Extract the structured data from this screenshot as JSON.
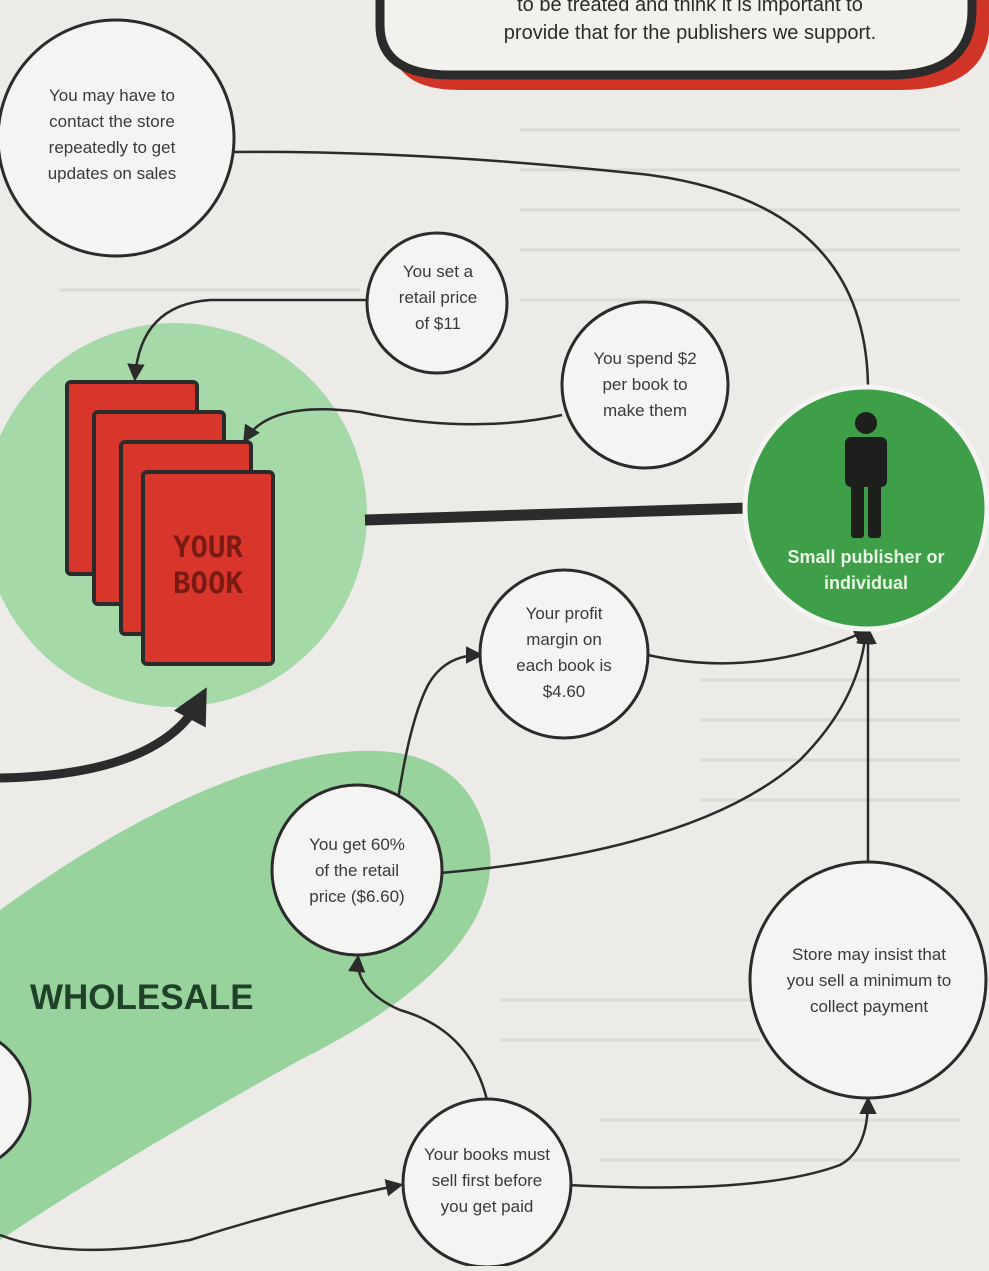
{
  "banner": {
    "line1": "to be treated and think it is important to",
    "line2": "provide that for the publishers we support."
  },
  "book": {
    "line1": "YOUR",
    "line2": "BOOK"
  },
  "publisher": {
    "label": "Small publisher or individual",
    "icon": "person-icon"
  },
  "section_label": "WHOLESALE",
  "bubbles": {
    "contact_store": "You may have to contact the store repeatedly to get updates on sales",
    "retail_price": "You set a retail price of $11",
    "spend": "You spend $2 per book to make them",
    "profit": "Your profit margin on each book is $4.60",
    "sixty_percent": "You get 60% of the retail price ($6.60)",
    "minimum": "Store may insist that you sell a minimum to collect payment",
    "sell_first": "Your books must sell first before you get paid"
  },
  "colors": {
    "background": "#ecebe8",
    "green_light": "#9fd4a3",
    "green_dark": "#3a9a46",
    "book_red": "#d8362a",
    "banner_red": "#cf3427",
    "outline": "#2b2b2b"
  }
}
